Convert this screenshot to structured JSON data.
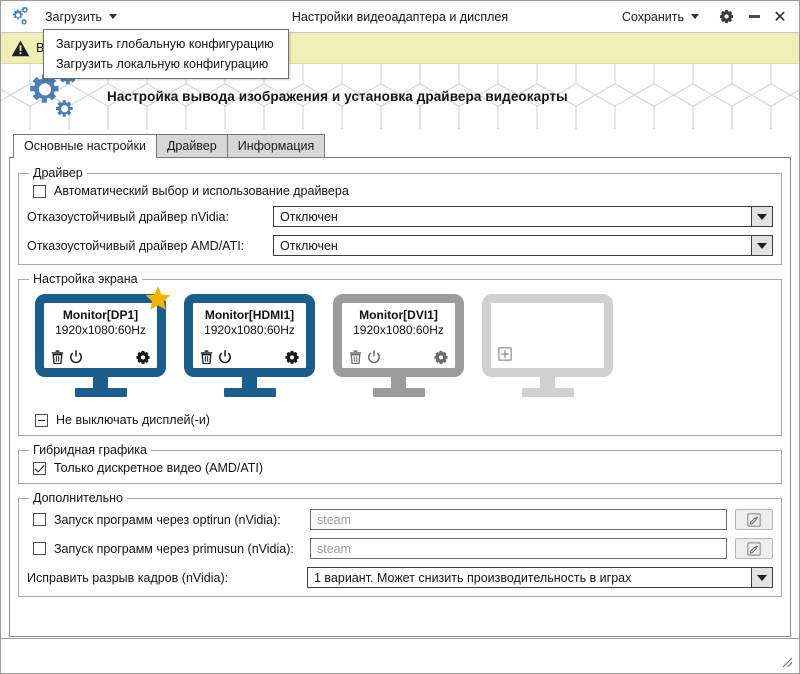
{
  "window": {
    "title": "Настройки видеоадаптера и дисплея",
    "app_icon": "gears-icon",
    "load_menu_label": "Загрузить",
    "save_menu_label": "Сохранить",
    "settings_icon": "gear-icon",
    "minimize_icon": "minimize-icon",
    "close_icon": "close-icon"
  },
  "load_menu": {
    "open": true,
    "items": [
      {
        "label": "Загрузить глобальную конфигурацию"
      },
      {
        "label": "Загрузить локальную конфигурацию"
      }
    ]
  },
  "warning": {
    "icon": "warning-triangle-icon",
    "text": "В",
    "background": "#f0eeb4"
  },
  "banner": {
    "icon": "gears-icon",
    "title": "Настройка вывода изображения и установка драйвера видеокарты",
    "accent": "#4a7db5"
  },
  "tabs": [
    {
      "label": "Основные настройки",
      "active": true
    },
    {
      "label": "Драйвер",
      "active": false
    },
    {
      "label": "Информация",
      "active": false
    }
  ],
  "driver_group": {
    "legend": "Драйвер",
    "auto_driver": {
      "label": "Автоматический выбор и использование драйвера",
      "checked": false
    },
    "nvidia": {
      "label": "Отказоустойчивый драйвер nVidia:",
      "value": "Отключен"
    },
    "amd": {
      "label": "Отказоустойчивый драйвер AMD/ATI:",
      "value": "Отключен"
    }
  },
  "screen_group": {
    "legend": "Настройка экрана",
    "monitors": [
      {
        "name": "Monitor[DP1]",
        "mode": "1920x1080:60Hz",
        "state": "active",
        "primary": true,
        "color": "#1b5e8e",
        "icons": [
          "trash-icon",
          "power-icon",
          "gear-icon"
        ]
      },
      {
        "name": "Monitor[HDMI1]",
        "mode": "1920x1080:60Hz",
        "state": "active",
        "primary": false,
        "color": "#1b5e8e",
        "icons": [
          "trash-icon",
          "power-icon",
          "gear-icon"
        ]
      },
      {
        "name": "Monitor[DVI1]",
        "mode": "1920x1080:60Hz",
        "state": "disabled",
        "primary": false,
        "color": "#9b9b9b",
        "icons": [
          "trash-icon",
          "power-icon",
          "gear-icon"
        ]
      },
      {
        "name": "",
        "mode": "",
        "state": "add",
        "primary": false,
        "color": "#d0d0d0",
        "icons": [
          "add-box-icon"
        ]
      }
    ],
    "keep_display_on": {
      "label": "Не выключать дисплей(-и)",
      "state": "indeterminate"
    }
  },
  "hybrid_group": {
    "legend": "Гибридная графика",
    "discrete_only": {
      "label": "Только дискретное видео (AMD/ATI)",
      "checked": true
    }
  },
  "extra_group": {
    "legend": "Дополнительно",
    "optirun": {
      "label": "Запуск программ через optirun (nVidia):",
      "checked": false,
      "placeholder": "steam",
      "value": "",
      "edit_icon": "edit-pencil-icon"
    },
    "primusun": {
      "label": "Запуск программ через primusun (nVidia):",
      "checked": false,
      "placeholder": "steam",
      "value": "",
      "edit_icon": "edit-pencil-icon"
    },
    "tearing": {
      "label": "Исправить разрыв кадров (nVidia):",
      "value": "1 вариант. Может снизить производительность в играх"
    }
  },
  "statusbar": {
    "text": "",
    "grip_icon": "resize-grip-icon"
  }
}
